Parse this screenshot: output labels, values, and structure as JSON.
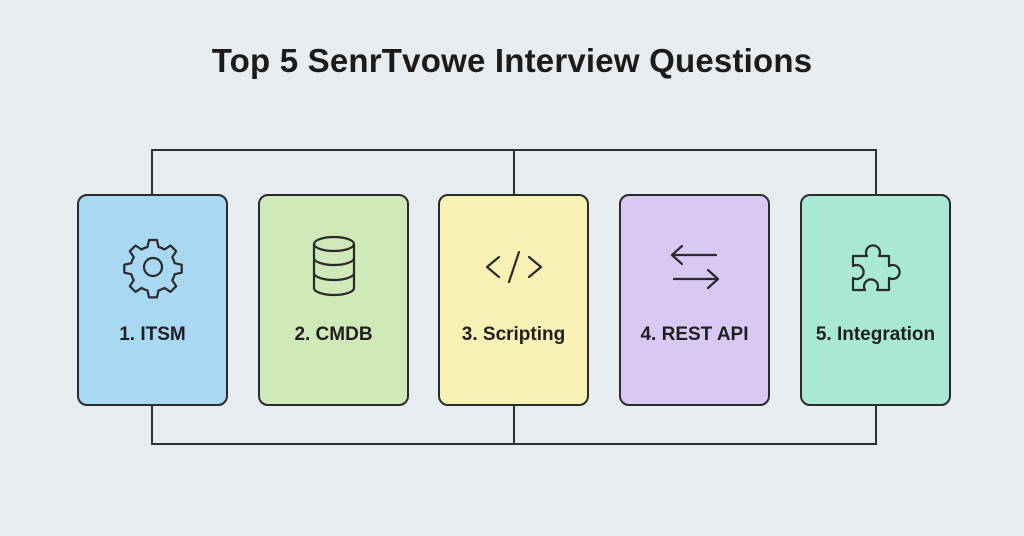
{
  "title": "Top 5 SenrTvowe Interview Questions",
  "cards": [
    {
      "label": "1. ITSM",
      "icon": "gear-icon",
      "color": "#a9d8f2"
    },
    {
      "label": "2. CMDB",
      "icon": "database-icon",
      "color": "#cfe9b8"
    },
    {
      "label": "3. Scripting",
      "icon": "code-icon",
      "color": "#f9f1b4"
    },
    {
      "label": "4. REST API",
      "icon": "arrows-exchange-icon",
      "color": "#d7c9f3"
    },
    {
      "label": "5. Integration",
      "icon": "puzzle-icon",
      "color": "#a9e8d4"
    }
  ],
  "connector_color": "#2f2f2f"
}
